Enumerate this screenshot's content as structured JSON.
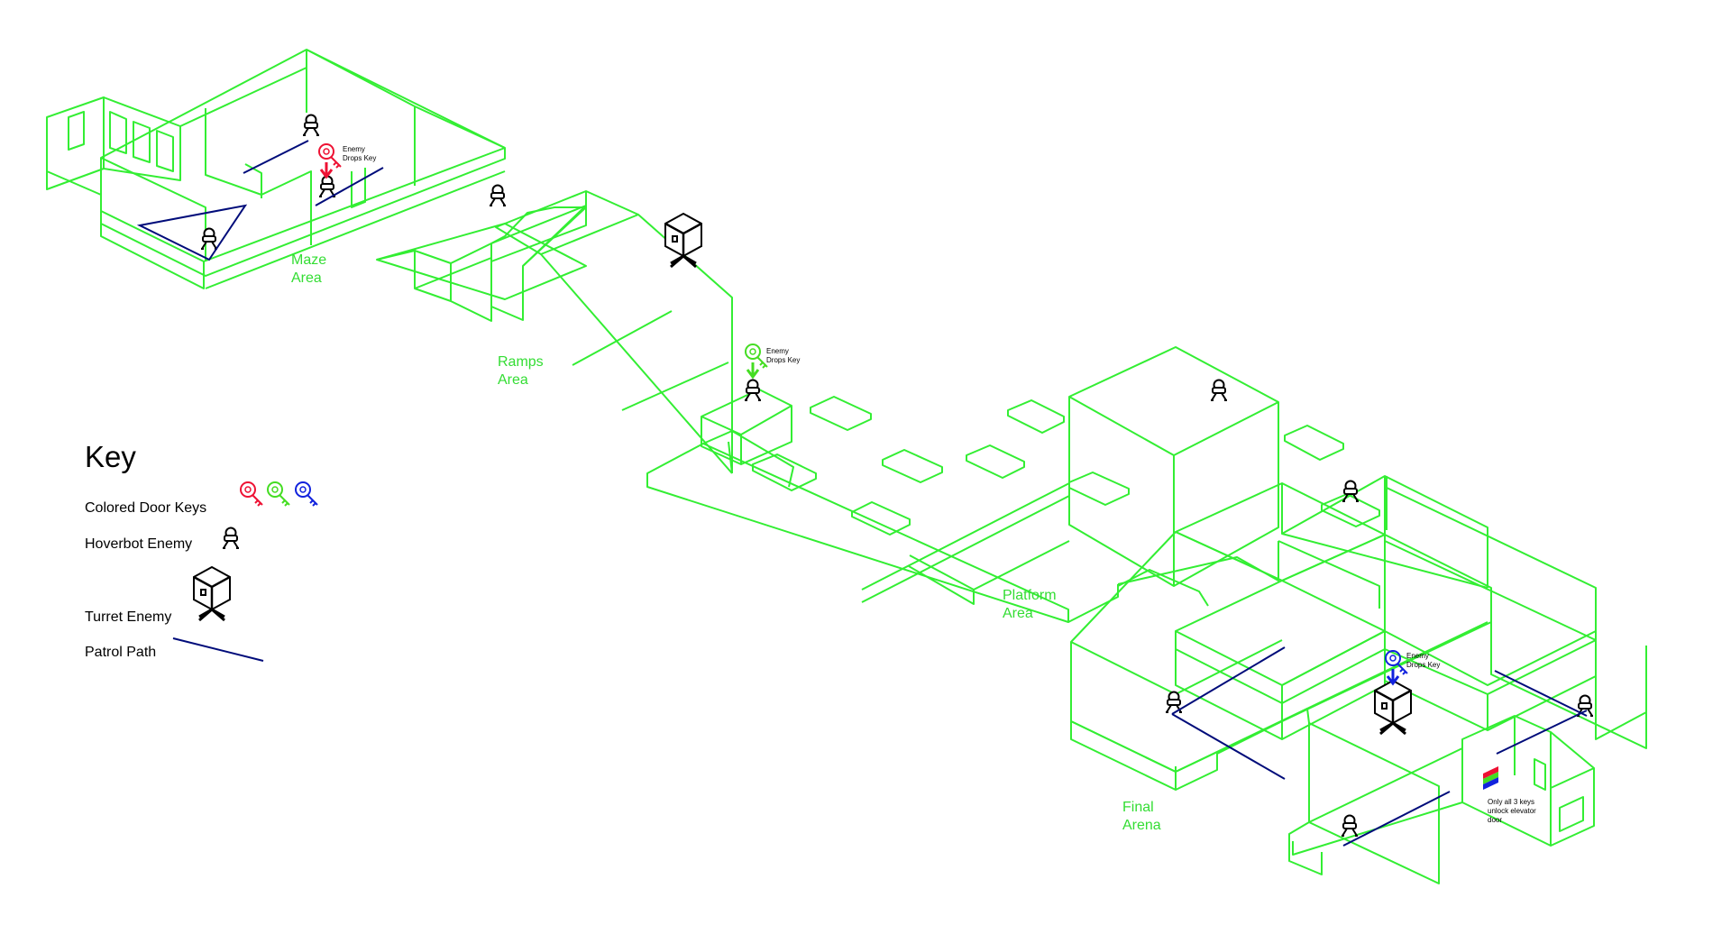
{
  "areas": {
    "maze": [
      "Maze",
      "Area"
    ],
    "ramps": [
      "Ramps",
      "Area"
    ],
    "platform": [
      "Platform",
      "Area"
    ],
    "final": [
      "Final",
      "Arena"
    ]
  },
  "annotations": {
    "enemy_drops_key": [
      "Enemy",
      "Drops Key"
    ],
    "elevator": [
      "Only all 3 keys",
      "unlock elevator",
      "door"
    ]
  },
  "legend": {
    "title": "Key",
    "door_keys": "Colored Door Keys",
    "hoverbot": "Hoverbot Enemy",
    "turret": "Turret Enemy",
    "patrol": "Patrol Path"
  },
  "colors": {
    "outline": "#33ee33",
    "patrol_path": "#000c7a",
    "key_red": "#ee1133",
    "key_green": "#44dd22",
    "key_blue": "#1122dd"
  },
  "icons": [
    "colored-key-icon",
    "hoverbot-icon",
    "turret-icon",
    "patrol-path-line"
  ]
}
